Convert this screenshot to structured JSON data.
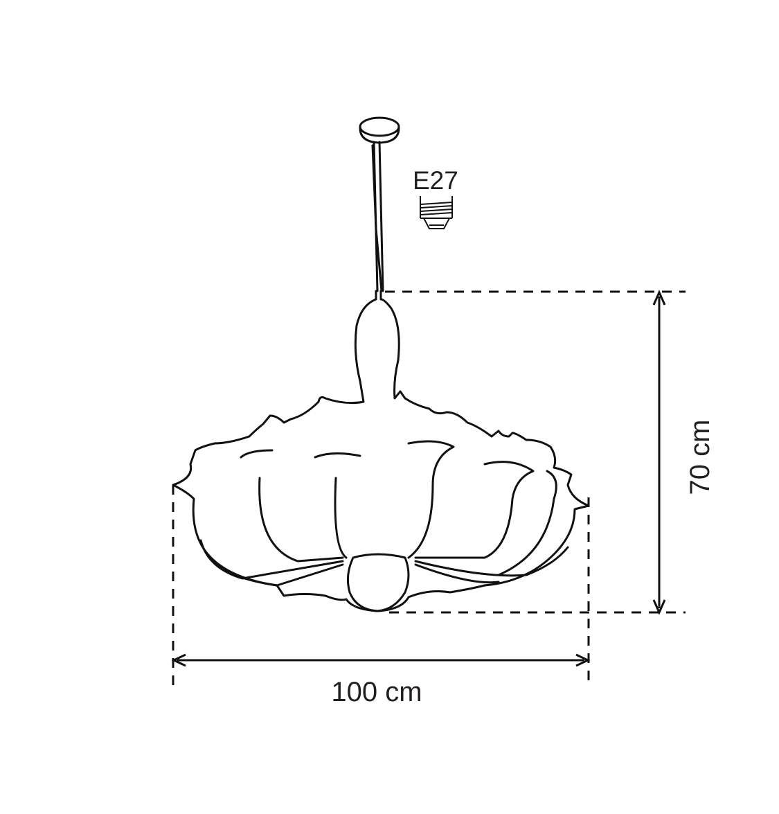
{
  "diagram": {
    "bulb_label": "E27",
    "height_label": "70 cm",
    "width_label": "100 cm",
    "line_color": "#111111"
  }
}
